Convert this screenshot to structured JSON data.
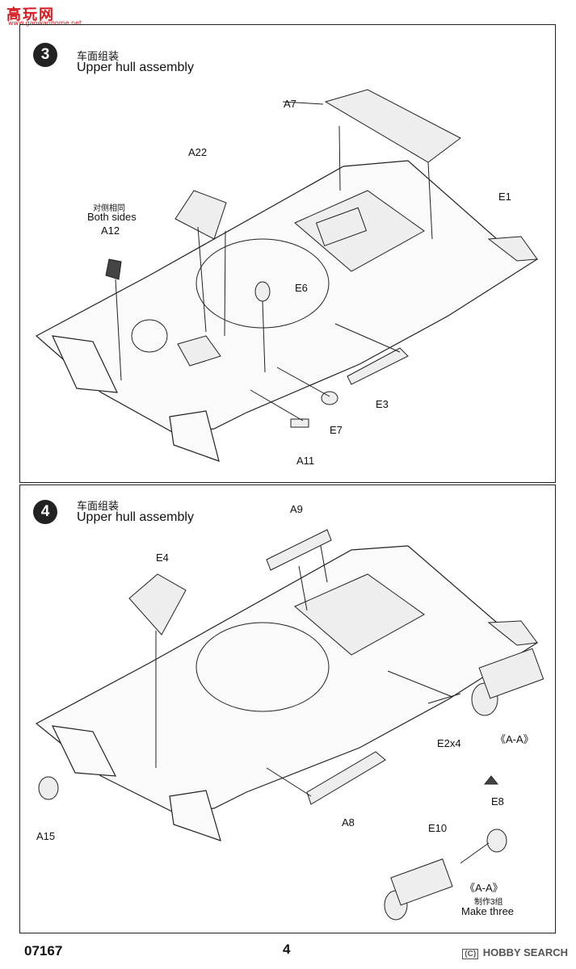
{
  "watermark": {
    "brand": "高玩网",
    "url": "www.gaowanhome.net"
  },
  "steps": [
    {
      "number": "3",
      "title_zh": "车面组装",
      "title_en": "Upper hull assembly",
      "labels": {
        "a7": "A7",
        "a22": "A22",
        "both_zh": "对侧相同",
        "both_en": "Both sides",
        "a12": "A12",
        "e1": "E1",
        "e6": "E6",
        "e3": "E3",
        "e7": "E7",
        "a11": "A11"
      }
    },
    {
      "number": "4",
      "title_zh": "车面组装",
      "title_en": "Upper hull assembly",
      "labels": {
        "a9": "A9",
        "e4": "E4",
        "e2x4": "E2x4",
        "aa1": "《A-A》",
        "e8": "E8",
        "a15": "A15",
        "a8": "A8",
        "e10": "E10",
        "aa2": "《A-A》",
        "make_zh": "制作3组",
        "make_en": "Make three"
      }
    }
  ],
  "footer": {
    "code": "07167",
    "page": "4",
    "watermark": "HOBBY SEARCH",
    "watermark_logo": "(C)"
  }
}
